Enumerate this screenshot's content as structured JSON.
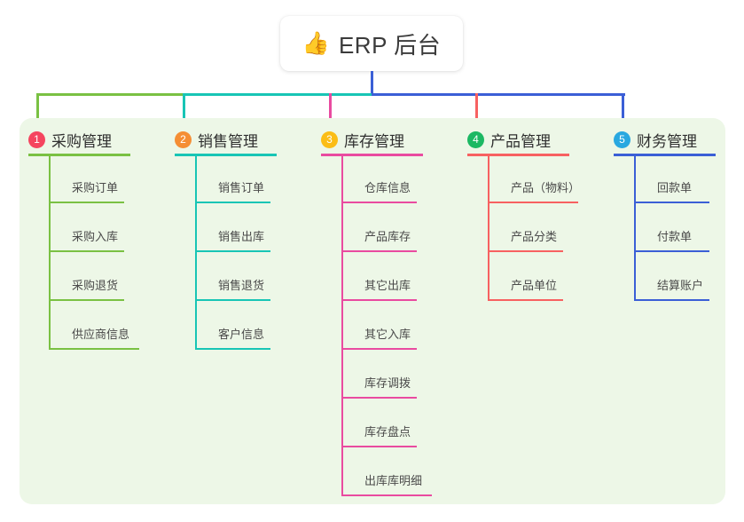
{
  "diagram": {
    "root": {
      "icon": "thumbs-up-icon",
      "emoji": "👍",
      "label": "ERP 后台"
    },
    "panel_color": "#edf7e7",
    "columns": [
      {
        "index": "1",
        "badge_number": "1",
        "badge_color": "#f5455f",
        "line_color": "#7ac143",
        "title": "采购管理",
        "items": [
          "采购订单",
          "采购入库",
          "采购退货",
          "供应商信息"
        ]
      },
      {
        "index": "2",
        "badge_number": "2",
        "badge_color": "#f58e34",
        "line_color": "#18c5b5",
        "title": "销售管理",
        "items": [
          "销售订单",
          "销售出库",
          "销售退货",
          "客户信息"
        ]
      },
      {
        "index": "3",
        "badge_number": "3",
        "badge_color": "#fbbd16",
        "line_color": "#e94ba0",
        "title": "库存管理",
        "items": [
          "仓库信息",
          "产品库存",
          "其它出库",
          "其它入库",
          "库存调拨",
          "库存盘点",
          "出库库明细"
        ]
      },
      {
        "index": "4",
        "badge_number": "4",
        "badge_color": "#1cb863",
        "line_color": "#f76161",
        "title": "产品管理",
        "items": [
          "产品（物料）",
          "产品分类",
          "产品单位"
        ]
      },
      {
        "index": "5",
        "badge_number": "5",
        "badge_color": "#29a8e0",
        "line_color": "#3b5fd6",
        "title": "财务管理",
        "items": [
          "回款单",
          "付款单",
          "结算账户"
        ]
      }
    ],
    "connector": {
      "root_stem_color": "#3b5fd6",
      "segments": [
        {
          "color": "#7ac143"
        },
        {
          "color": "#18c5b5"
        },
        {
          "color": "#3b5fd6"
        }
      ]
    }
  }
}
